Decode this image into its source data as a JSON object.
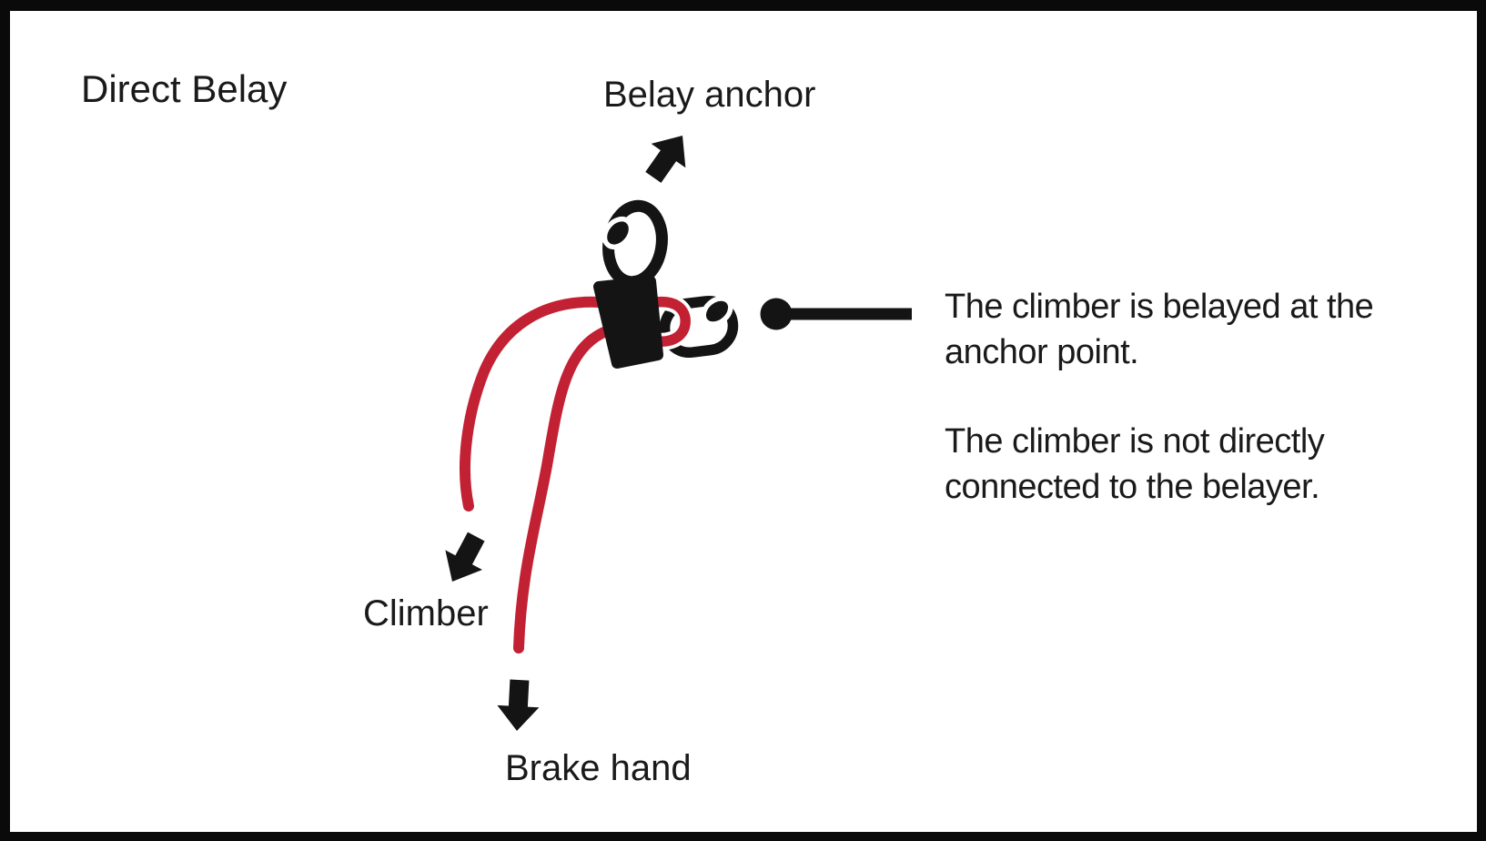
{
  "title": "Direct Belay",
  "labels": {
    "belay_anchor": "Belay anchor",
    "climber": "Climber",
    "brake_hand": "Brake hand"
  },
  "callout": {
    "paragraph1": {
      "line1": "The climber is belayed at the",
      "line2": "anchor point."
    },
    "paragraph2": {
      "line1": "The climber is not directly",
      "line2": "connected to the belayer."
    }
  },
  "colors": {
    "ink_black": "#141414",
    "rope_red": "#c22133",
    "background": "#ffffff",
    "frame_border": "#0a0a0a"
  },
  "icons": {
    "anchor_arrow": "up-right-block-arrow",
    "climber_arrow": "down-left-block-arrow",
    "brake_hand_arrow": "down-block-arrow",
    "anchor_carabiner": "carabiner-ring-with-gate",
    "rope_carabiner": "carabiner-ring-with-gate",
    "belay_device": "belay-plate-rectangle",
    "callout_pointer": "dot-and-line-pointer"
  }
}
